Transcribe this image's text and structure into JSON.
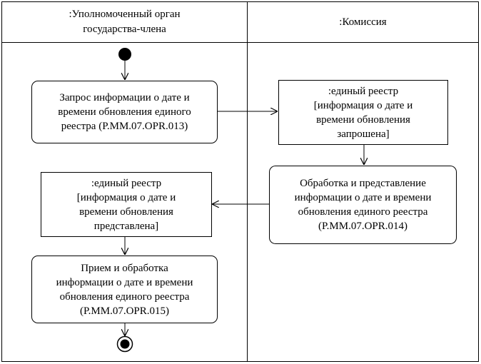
{
  "lanes": {
    "left": ":Уполномоченный орган\nгосударства-члена",
    "right": ":Комиссия"
  },
  "nodes": {
    "request": "Запрос информации о дате и\nвремени обновления единого\nреестра (P.MM.07.OPR.013)",
    "obj_requested": ":единый реестр\n[информация о дате и\nвремени обновления\nзапрошена]",
    "processing": "Обработка и представление\nинформации о дате и времени\nобновления единого реестра\n(P.MM.07.OPR.014)",
    "obj_presented": ":единый реестр\n[информация о дате и\nвремени обновления\nпредставлена]",
    "receive": "Прием и обработка\nинформации о дате и времени\nобновления единого реестра\n(P.MM.07.OPR.015)"
  }
}
